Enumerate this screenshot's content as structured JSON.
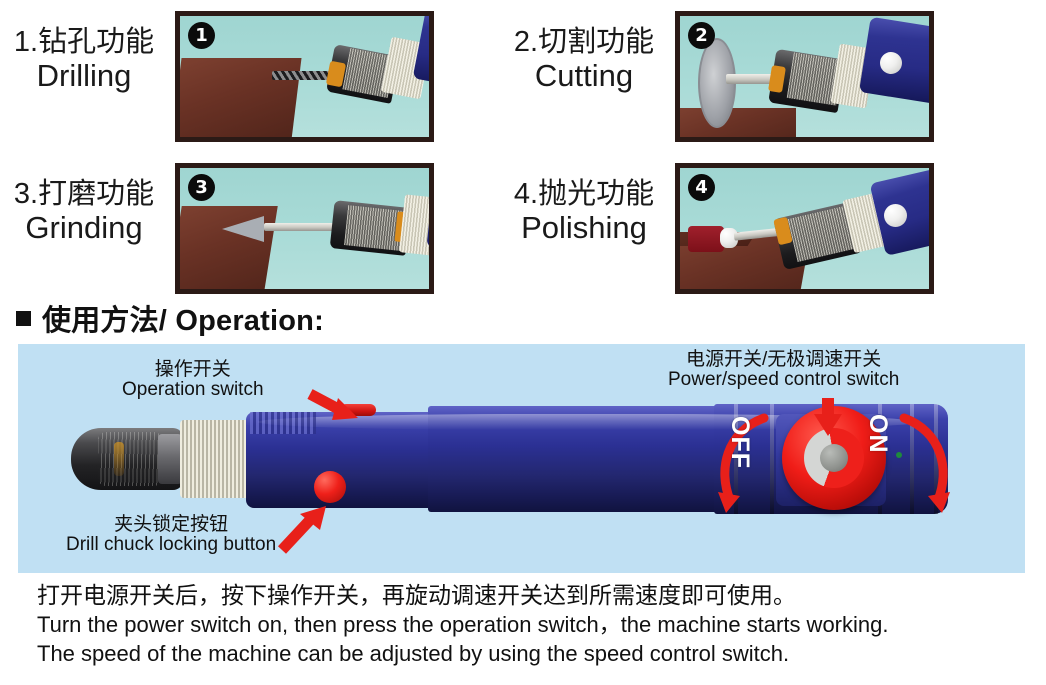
{
  "functions": {
    "items": [
      {
        "number": "1",
        "badge": "❶",
        "label_cn": "1.钻孔功能",
        "label_en": "Drilling",
        "scene": "drilling"
      },
      {
        "number": "2",
        "badge": "❷",
        "label_cn": "2.切割功能",
        "label_en": "Cutting",
        "scene": "cutting"
      },
      {
        "number": "3",
        "badge": "❸",
        "label_cn": "3.打磨功能",
        "label_en": "Grinding",
        "scene": "grinding"
      },
      {
        "number": "4",
        "badge": "❹",
        "label_cn": "4.抛光功能",
        "label_en": "Polishing",
        "scene": "polishing"
      }
    ]
  },
  "operation_section": {
    "heading_bullet_icon": "square-bullet-icon",
    "heading": "使用方法/ Operation:",
    "panel_background_color": "#c0e0f3",
    "callouts": [
      {
        "id": "operation-switch",
        "cn": "操作开关",
        "en": "Operation switch",
        "arrow_icon": "arrow-down-right-icon",
        "arrow_color": "#e8201a"
      },
      {
        "id": "power-speed-switch",
        "cn": "电源开关/无极调速开关",
        "en": "Power/speed control switch",
        "arrow_icon": "arrow-down-icon",
        "arrow_color": "#e8201a"
      },
      {
        "id": "drill-chuck-locking-button",
        "cn": "夹头锁定按钮",
        "en": "Drill chuck locking button",
        "arrow_icon": "arrow-up-right-icon",
        "arrow_color": "#e8201a"
      }
    ],
    "dial": {
      "off_label": "OFF",
      "on_label": "ON",
      "dial_color": "#ee1c1c",
      "rotation_arrow_icon": "curved-arrow-icon"
    }
  },
  "instructions": {
    "line_cn": "打开电源开关后，按下操作开关，再旋动调速开关达到所需速度即可使用。",
    "line_en_1": "Turn the power switch on, then press the operation switch，the machine starts working.",
    "line_en_2": "The speed of the machine can be adjusted by using the speed control switch."
  }
}
